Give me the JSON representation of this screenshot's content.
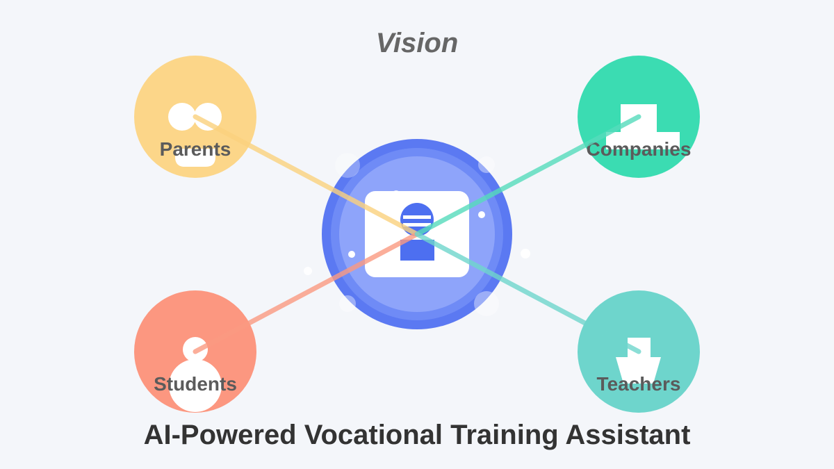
{
  "title": "Vision",
  "subtitle": "AI-Powered Vocational Training Assistant",
  "colors": {
    "background": "#f4f6fa",
    "hub_outer": "#5b79f2",
    "hub_inner": "#8ea4fa",
    "hub_card": "#ffffff",
    "hub_icon": "#4d6ff0",
    "label_text": "#5b5b5b"
  },
  "hub": {
    "icon": "robot-icon"
  },
  "nodes": [
    {
      "id": "parents",
      "label": "Parents",
      "icon": "parents-icon",
      "color": "#fdd37c",
      "line_color": "#fbd27e"
    },
    {
      "id": "companies",
      "label": "Companies",
      "icon": "building-icon",
      "color": "#27d9aa",
      "line_color": "#56dcbc"
    },
    {
      "id": "students",
      "label": "Students",
      "icon": "student-icon",
      "color": "#fd8d72",
      "line_color": "#fb9a82"
    },
    {
      "id": "teachers",
      "label": "Teachers",
      "icon": "teacher-icon",
      "color": "#5fd1c7",
      "line_color": "#6fd6cc"
    }
  ]
}
